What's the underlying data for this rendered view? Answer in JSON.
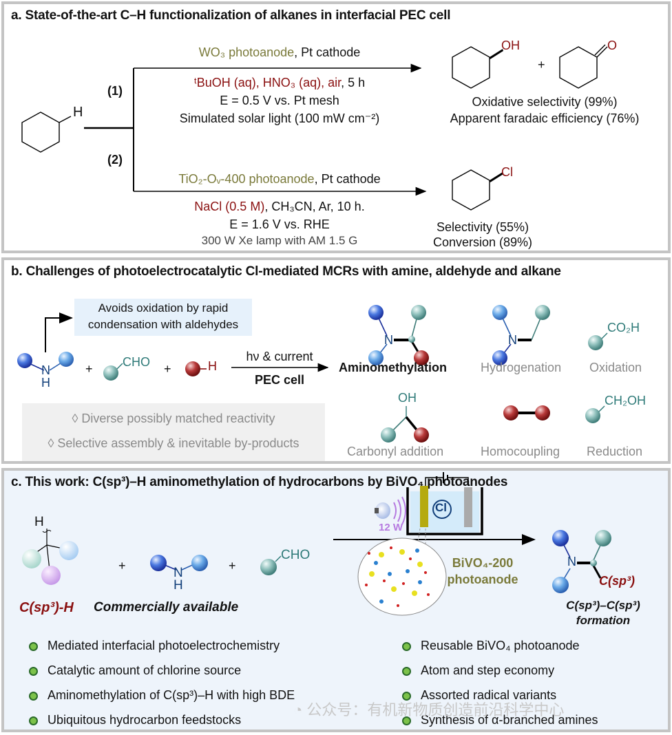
{
  "panel_a": {
    "title": "a. State-of-the-art  C–H functionalization of alkanes in interfacial PEC cell",
    "substrate_atom": "H",
    "route1": {
      "label": "(1)",
      "cond1_olive": "WO₃ photoanode",
      "cond1_rest": ", Pt cathode",
      "cond2_red_a": "ᵗBuOH (aq), HNO₃ (aq), air",
      "cond2_rest": ", 5 h",
      "cond3": "E = 0.5 V vs. Pt mesh",
      "cond4": "Simulated solar light (100 mW cm⁻²)",
      "product1_atom": "OH",
      "plus": "+",
      "product2_atom": "O",
      "result1": "Oxidative selectivity (99%)",
      "result2": "Apparent faradaic efficiency (76%)"
    },
    "route2": {
      "label": "(2)",
      "cond1_olive": "TiO₂-Oᵥ-400 photoanode",
      "cond1_rest": ", Pt cathode",
      "cond2_red": "NaCl (0.5 M)",
      "cond2_rest": ", CH₃CN, Ar, 10 h.",
      "cond3": "E = 1.6 V vs. RHE",
      "cond4": "300 W Xe lamp with AM 1.5 G",
      "product_atom": "Cl",
      "result1": "Selectivity (55%)",
      "result2": "Conversion (89%)"
    }
  },
  "panel_b": {
    "title": "b. Challenges of photoelectrocatalytic Cl-mediated MCRs with amine, aldehyde and alkane",
    "note_line1": "Avoids oxidation by rapid",
    "note_line2": "condensation with aldehydes",
    "amine_n": "N",
    "amine_h": "H",
    "plus": "+",
    "aldehyde": "CHO",
    "alkane_h": "H",
    "arrow_top": "hν & current",
    "arrow_bottom": "PEC cell",
    "challenges": [
      "◊  Diverse possibly matched reactivity",
      "◊  Selective assembly & inevitable by-products"
    ],
    "outcomes": [
      {
        "label": "Aminomethylation",
        "highlight": true
      },
      {
        "label": "Hydrogenation",
        "highlight": false
      },
      {
        "label": "Oxidation",
        "highlight": false,
        "group": "CO₂H"
      },
      {
        "label": "Carbonyl addition",
        "highlight": false,
        "group": "OH"
      },
      {
        "label": "Homocoupling",
        "highlight": false
      },
      {
        "label": "Reduction",
        "highlight": false,
        "group": "CH₂OH"
      }
    ]
  },
  "panel_c": {
    "title": "c. This work: C(sp³)–H aminomethylation of hydrocarbons by BiVO₄ photoanodes",
    "alkane_h": "H",
    "alkane_label": "C(sp³)-H",
    "plus": "+",
    "amine_n": "N",
    "amine_h": "H",
    "commercial_label": "Commercially available",
    "aldehyde": "CHO",
    "lamp_power": "12 W",
    "mediator": "Cl",
    "photoanode_line1": "BiVO₄-200",
    "photoanode_line2": "photoanode",
    "product_n": "N",
    "product_csp3": "C(sp³)",
    "product_label1": "C(sp³)–C(sp³)",
    "product_label2": "formation",
    "features_left": [
      "Mediated interfacial photoelectrochemistry",
      "Catalytic amount of chlorine source",
      "Aminomethylation of C(sp³)–H with high BDE",
      "Ubiquitous hydrocarbon feedstocks"
    ],
    "features_right": [
      "Reusable BiVO₄ photoanode",
      "Atom and step economy",
      "Assorted radical variants",
      "Synthesis of α-branched amines"
    ]
  },
  "watermark": "公众号：有机新物质创造前沿科学中心",
  "colors": {
    "olive": "#7a7a3a",
    "red": "#8a1010",
    "teal": "#2e7a78",
    "navy": "#123f7a",
    "panel_c_bg": "#eef4fb"
  }
}
